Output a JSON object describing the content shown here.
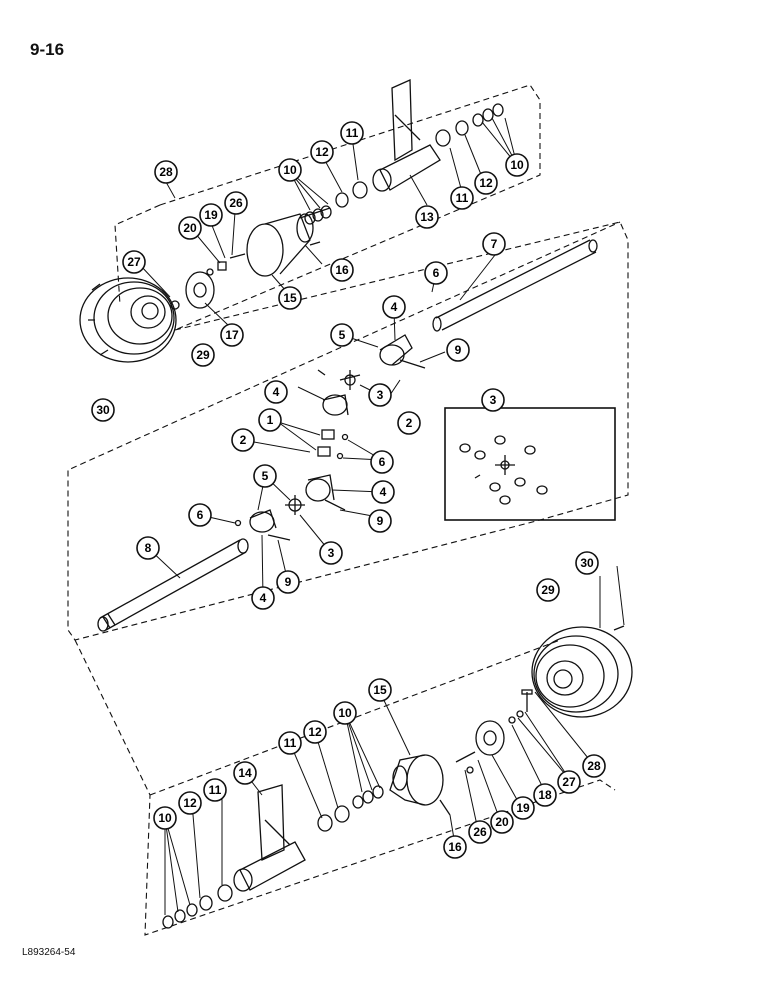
{
  "page_number": "9-16",
  "figure_code": "L893264-54",
  "callouts": [
    "1",
    "2",
    "3",
    "4",
    "5",
    "6",
    "7",
    "8",
    "9",
    "10",
    "11",
    "12",
    "13",
    "14",
    "15",
    "16",
    "17",
    "18",
    "19",
    "20",
    "26",
    "27",
    "28",
    "29",
    "30"
  ]
}
